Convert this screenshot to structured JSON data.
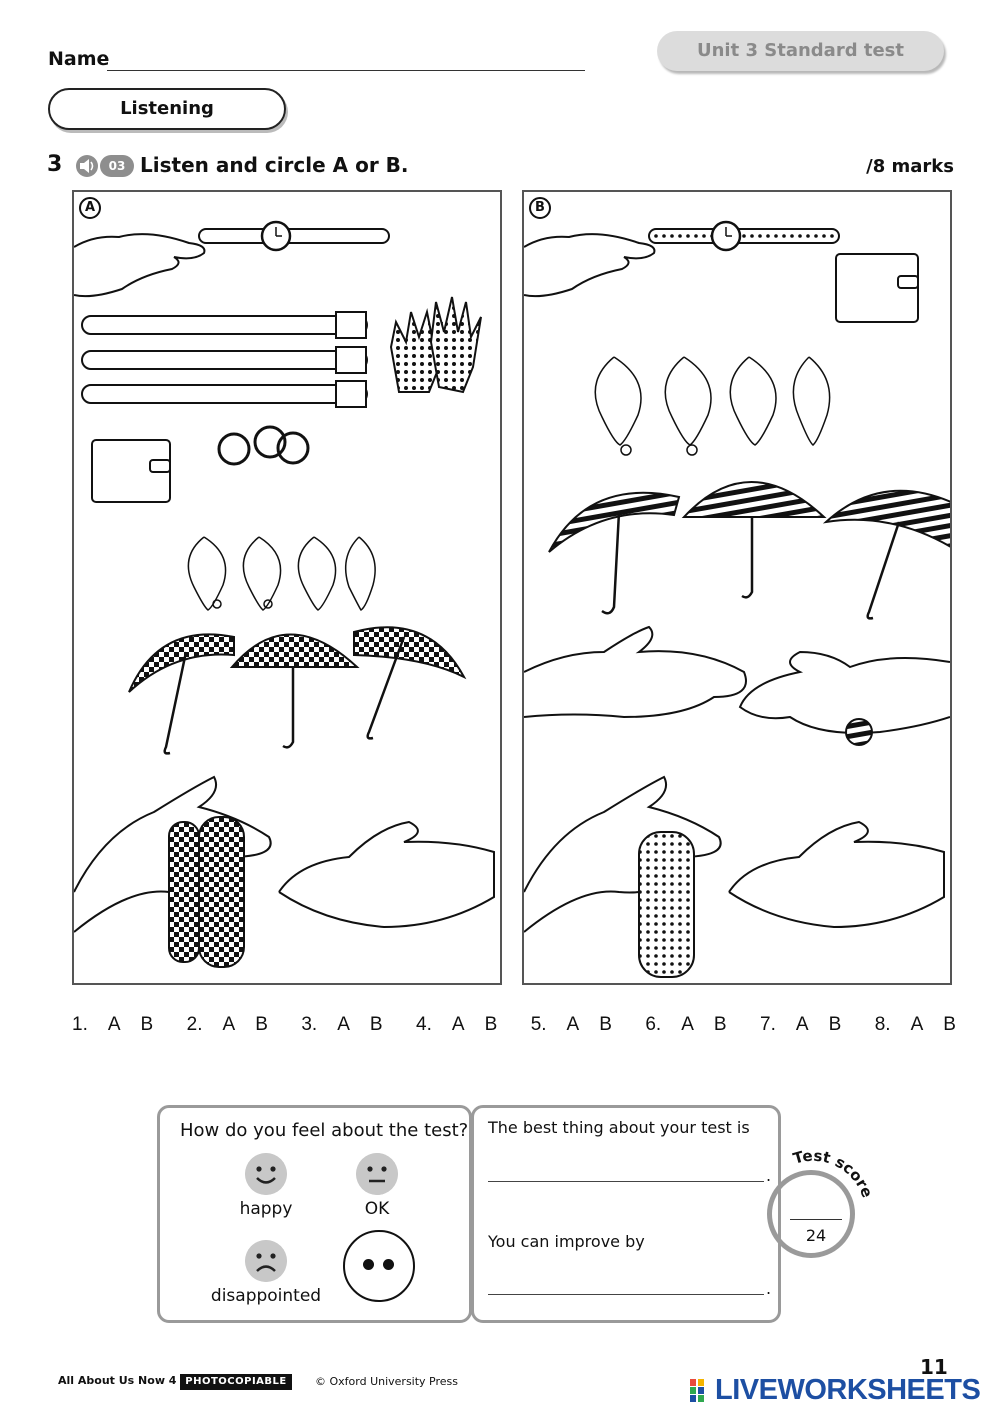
{
  "header": {
    "name_label": "Name",
    "unit_title": "Unit 3 Standard test",
    "section": "Listening"
  },
  "question": {
    "number": "3",
    "track": "03",
    "instruction": "Listen and circle A or B.",
    "marks": "/8 marks"
  },
  "panels": {
    "a_label": "A",
    "b_label": "B"
  },
  "answers": [
    {
      "num": "1.",
      "a": "A",
      "b": "B"
    },
    {
      "num": "2.",
      "a": "A",
      "b": "B"
    },
    {
      "num": "3.",
      "a": "A",
      "b": "B"
    },
    {
      "num": "4.",
      "a": "A",
      "b": "B"
    },
    {
      "num": "5.",
      "a": "A",
      "b": "B"
    },
    {
      "num": "6.",
      "a": "A",
      "b": "B"
    },
    {
      "num": "7.",
      "a": "A",
      "b": "B"
    },
    {
      "num": "8.",
      "a": "A",
      "b": "B"
    }
  ],
  "feedback": {
    "question": "How do you feel about the test?",
    "happy": "happy",
    "ok": "OK",
    "disappointed": "disappointed",
    "best_thing": "The best thing about your test is",
    "improve": "You can improve by",
    "dot": "."
  },
  "score": {
    "label": "Test score",
    "total": "24"
  },
  "footer": {
    "book": "All About Us Now 4",
    "photocopiable": "PHOTOCOPIABLE",
    "copyright": "© Oxford University Press",
    "page": "11",
    "brand": "LIVEWORKSHEETS"
  },
  "colors": {
    "brand_blue": "#1d4fa3",
    "grey_pill": "#dcdcdc",
    "border_grey": "#9a9a9a"
  }
}
